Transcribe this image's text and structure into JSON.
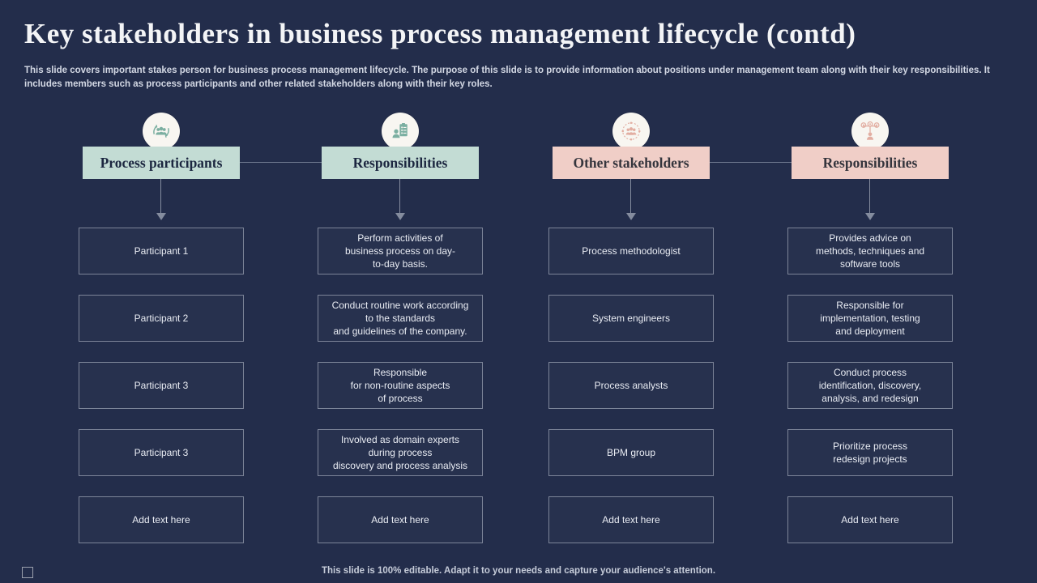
{
  "slide": {
    "title": "Key stakeholders in business process management lifecycle (contd)",
    "subtitle": "This slide covers important stakes person for business process management lifecycle. The purpose of this slide is to provide information about positions under management team along with their key responsibilities. It includes members such as process participants and other related stakeholders along with their key roles.",
    "footer": "This slide is 100% editable. Adapt it to your needs and capture your audience's attention."
  },
  "colors": {
    "background": "#232d4b",
    "teal_header": "#c3dcd4",
    "pink_header": "#f0cec7",
    "teal_icon": "#7bafa1",
    "pink_icon": "#e2aea2",
    "box_border": "#7c8498",
    "connector": "#848c9e",
    "title_text": "#f3f4f6",
    "body_text": "#e9ecf3"
  },
  "columns": [
    {
      "id": "process-participants",
      "theme": "teal",
      "icon": "people-cycle-icon",
      "header": "Process participants",
      "items": [
        "Participant 1",
        "Participant 2",
        "Participant 3",
        "Participant 3",
        "Add text here"
      ]
    },
    {
      "id": "responsibilities-1",
      "theme": "teal",
      "icon": "person-checklist-icon",
      "header": "Responsibilities",
      "items": [
        "Perform activities of\nbusiness process on day-\nto-day basis.",
        "Conduct routine work according\nto the standards\nand guidelines of the company.",
        "Responsible\nfor non-routine aspects\nof process",
        "Involved as domain experts\nduring process\ndiscovery and process analysis",
        "Add text here"
      ]
    },
    {
      "id": "other-stakeholders",
      "theme": "pink",
      "icon": "people-network-icon",
      "header": "Other stakeholders",
      "items": [
        "Process methodologist",
        "System engineers",
        "Process analysts",
        "BPM group",
        "Add text here"
      ]
    },
    {
      "id": "responsibilities-2",
      "theme": "pink",
      "icon": "hierarchy-icon",
      "header": "Responsibilities",
      "items": [
        "Provides advice on\nmethods, techniques and\nsoftware tools",
        "Responsible for\nimplementation, testing\nand deployment",
        "Conduct process\nidentification, discovery,\nanalysis, and redesign",
        "Prioritize process\nredesign projects",
        "Add text here"
      ]
    }
  ]
}
